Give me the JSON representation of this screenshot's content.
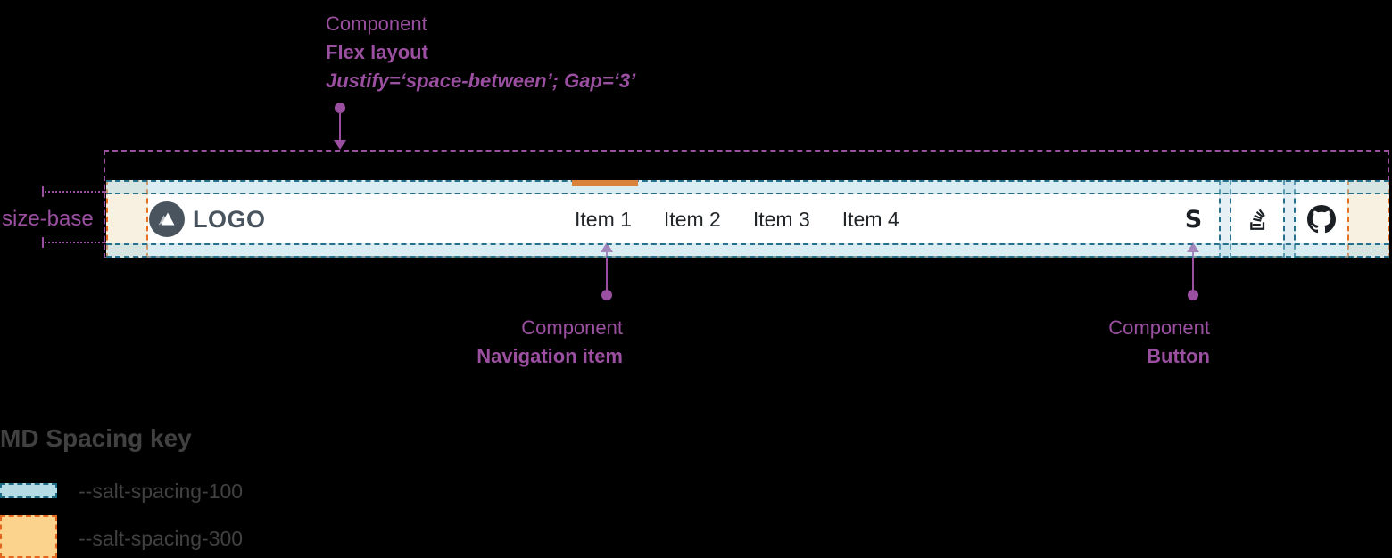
{
  "annotations": {
    "flex_layout": {
      "line1": "Component",
      "line2": "Flex layout",
      "line3": "Justify=‘space-between’; Gap=‘3’"
    },
    "navigation_item": {
      "line1": "Component",
      "line2": "Navigation item"
    },
    "button": {
      "line1": "Component",
      "line2": "Button"
    },
    "size_base": "size-base"
  },
  "navbar": {
    "logo_text": "LOGO",
    "items": [
      {
        "label": "Item 1",
        "active": true
      },
      {
        "label": "Item 2",
        "active": false
      },
      {
        "label": "Item 3",
        "active": false
      },
      {
        "label": "Item 4",
        "active": false
      }
    ],
    "buttons": [
      {
        "icon": "s-icon",
        "glyph": "S"
      },
      {
        "icon": "stackoverflow-icon"
      },
      {
        "icon": "github-icon"
      }
    ]
  },
  "spacing_key": {
    "title": "MD Spacing key",
    "entries": [
      {
        "label": "--salt-spacing-100",
        "fill": "#b5dbe4",
        "border": "#1d6b85"
      },
      {
        "label": "--salt-spacing-300",
        "fill": "#fcd38d",
        "border": "#e2661f"
      }
    ]
  },
  "colors": {
    "background": "#000000",
    "annotation_purple": "#9b4fa0",
    "spacing_100_dash": "#25708c",
    "spacing_100_fill": "#b5dbe4",
    "spacing_300_dash": "#e6701f",
    "spacing_300_fill": "#fcd38d",
    "active_indicator": "#d9823c",
    "navbar_background": "#ffffff",
    "logo_color": "#49545f",
    "nav_text": "#222629"
  }
}
